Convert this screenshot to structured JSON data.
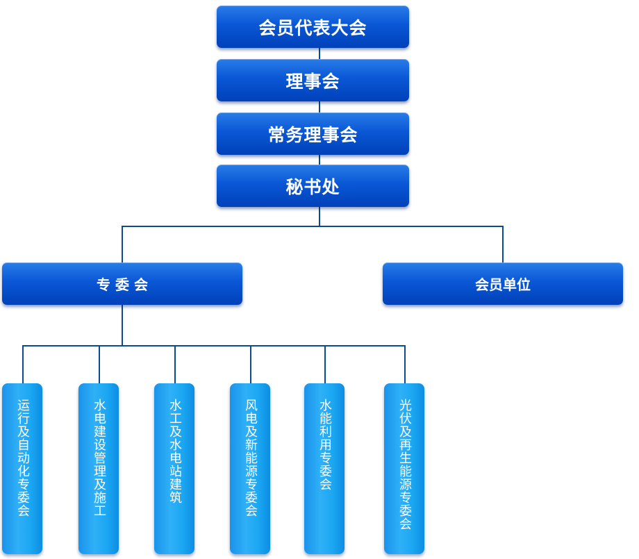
{
  "org_chart": {
    "top_levels": [
      "会员代表大会",
      "理事会",
      "常务理事会",
      "秘书处"
    ],
    "branches": [
      "专 委 会",
      "会员单位"
    ],
    "committees": [
      "运行及自动化专委会",
      "水电建设管理及施工",
      "水工及水电站建筑",
      "风电及新能源专委会",
      "水能利用专委会",
      "光伏及再生能源专委会"
    ]
  },
  "colors": {
    "dark_box": "#0a57d6",
    "light_box": "#1ca7f2",
    "connector": "#0a4a8f",
    "text": "#ffffff"
  }
}
